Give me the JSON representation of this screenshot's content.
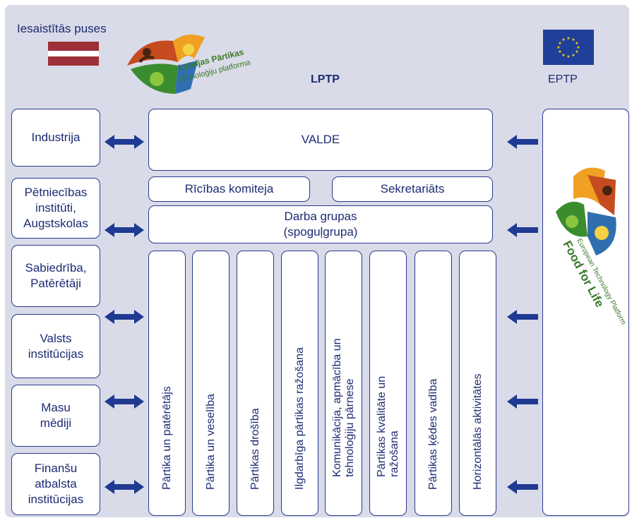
{
  "header": {
    "stakeholders_title": "Iesaistītās puses",
    "lptp_logo_text_1": "Latvijas Pārtikas",
    "lptp_logo_text_2": "tehnoloģiju platforma",
    "lptp_label": "LPTP",
    "eptp_label": "EPTP"
  },
  "stakeholders": [
    "Industrija",
    "Pētniecības institūti, Augstskolas",
    "Sabiedrība, Patērētāji",
    "Valsts institūcijas",
    "Masu mēdiji",
    "Finanšu atbalsta institūcijas"
  ],
  "center": {
    "board": "VALDE",
    "action_committee": "Rīcības komiteja",
    "secretariat": "Sekretariāts",
    "working_groups_line1": "Darba grupas",
    "working_groups_line2": "(spoguļgrupa)"
  },
  "groups": [
    "Pārtika un patērētājs",
    "Pārtika un veselība",
    "Pārtikas drošība",
    "Ilgdarbīga pārtikas ražošana",
    "Komunikācija, apmācība un\ntehnoloģiju pārnese",
    "Pārtikas kvalitāte un\nražošana",
    "Pārtikas ķēdes vadība",
    "Horizontālās aktivitātes"
  ],
  "eptp_logo": {
    "title": "Food for Life",
    "subtitle": "European Technology Platform"
  },
  "colors": {
    "panel_bg": "#d9dbe8",
    "box_border": "#2a3a8c",
    "arrow": "#1f3a93",
    "text": "#1d2b73",
    "eu_blue": "#1f3f99",
    "eu_star": "#ffdd00",
    "latvia_red": "#9e3039"
  }
}
